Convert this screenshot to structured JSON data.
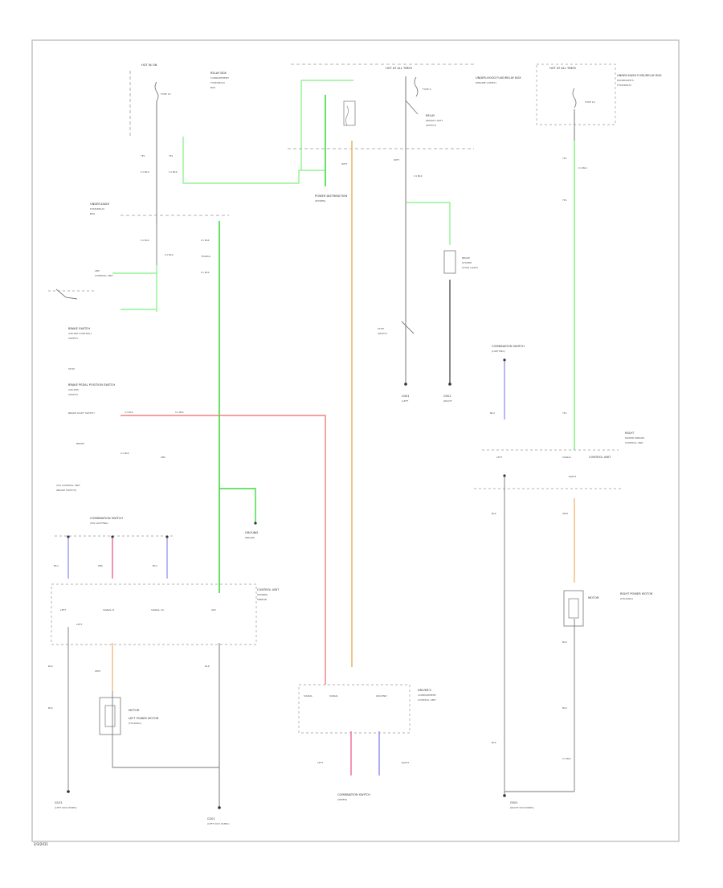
{
  "colors": {
    "green": "#7ef07e",
    "bright_green": "#3fdc3f",
    "red": "#f08080",
    "tan": "#e8b86a",
    "blue": "#9a9af5",
    "orange": "#f4b97c",
    "pink": "#f07aa0",
    "gray_wire": "#888888",
    "black_wire": "#555555",
    "frame": "#bfbfbf"
  },
  "labels": {
    "top_left_fuse": "HOT IN ON",
    "top_left_fuse_id": "FUSE 15",
    "top_left_desc": "RELAY BOX",
    "top_mid_fuse": "HOT AT ALL TIMES",
    "top_mid_fuse_id": "FUSE 9",
    "top_mid_desc": "UNDER-HOOD FUSE/RELAY BOX",
    "top_right_fuse": "HOT AT ALL TIMES",
    "top_right_fuse_id": "FUSE 10",
    "top_right_desc": "UNDER-DASH FUSE/RELAY BOX",
    "relay": "RELAY",
    "power_dist": "POWER DISTRIBUTION",
    "brake_switch": "BRAKE SWITCH",
    "brake_pedal": "BRAKE PEDAL POSITION SWITCH",
    "control_unit": "CONTROL UNIT",
    "ground": "GROUND",
    "left_motor": "LEFT POWER MOTOR",
    "right_motor": "RIGHT POWER MOTOR",
    "left_g": "LEFT",
    "right_g": "RIGHT",
    "g1": "G101",
    "g2": "G401",
    "g3": "G501",
    "g4": "G201",
    "combo": "COMBINATION SWITCH",
    "motor": "MOTOR",
    "ign": "IGN",
    "bat": "BAT",
    "gnd": "GND",
    "sig": "SIG",
    "footer": "2/3/2011"
  }
}
